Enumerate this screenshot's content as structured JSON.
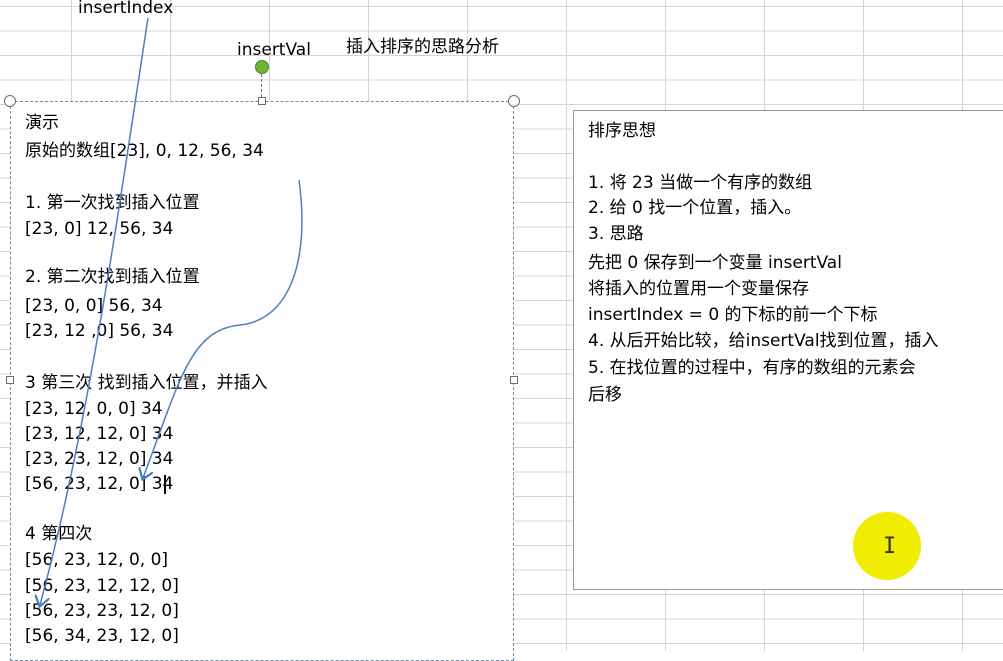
{
  "top_labels": {
    "insert_index": "insertIndex",
    "insert_val": "insertVal",
    "title": "插入排序的思路分析"
  },
  "left_box": {
    "lines": [
      "演示",
      "原始的数组[23], 0, 12, 56,  34",
      "1. 第一次找到插入位置",
      "[23, 0]  12, 56, 34",
      "2. 第二次找到插入位置",
      "[23, 0, 0] 56, 34",
      "[23, 12 ,0] 56, 34",
      "3 第三次 找到插入位置，并插入",
      "[23, 12, 0, 0] 34",
      "[23, 12, 12, 0] 34",
      "[23, 23, 12, 0] 34",
      "[56, 23, 12, 0] 34",
      "4 第四次",
      "[56, 23, 12, 0, 0]",
      "[56, 23, 12, 12, 0]",
      "[56, 23, 23, 12, 0]",
      "[56, 34, 23, 12, 0]"
    ]
  },
  "right_box": {
    "lines": [
      "排序思想",
      "1. 将  23 当做一个有序的数组",
      "2.  给 0 找一个位置，插入。",
      "3.  思路",
      "先把  0  保存到一个变量 insertVal",
      "将插入的位置用一个变量保存",
      "insertIndex = 0 的下标的前一个下标",
      "4.  从后开始比较，给insertVal找到位置，插入",
      "5.  在找位置的过程中，有序的数组的元素会",
      "后移"
    ]
  },
  "colors": {
    "arrow": "#4a7fc1",
    "cursor_highlight": "#f2ec00",
    "rotation_handle": "#6fb33a",
    "selection_border": "#6a8fb5"
  },
  "icons": {
    "cursor": "i-beam-cursor-icon"
  }
}
